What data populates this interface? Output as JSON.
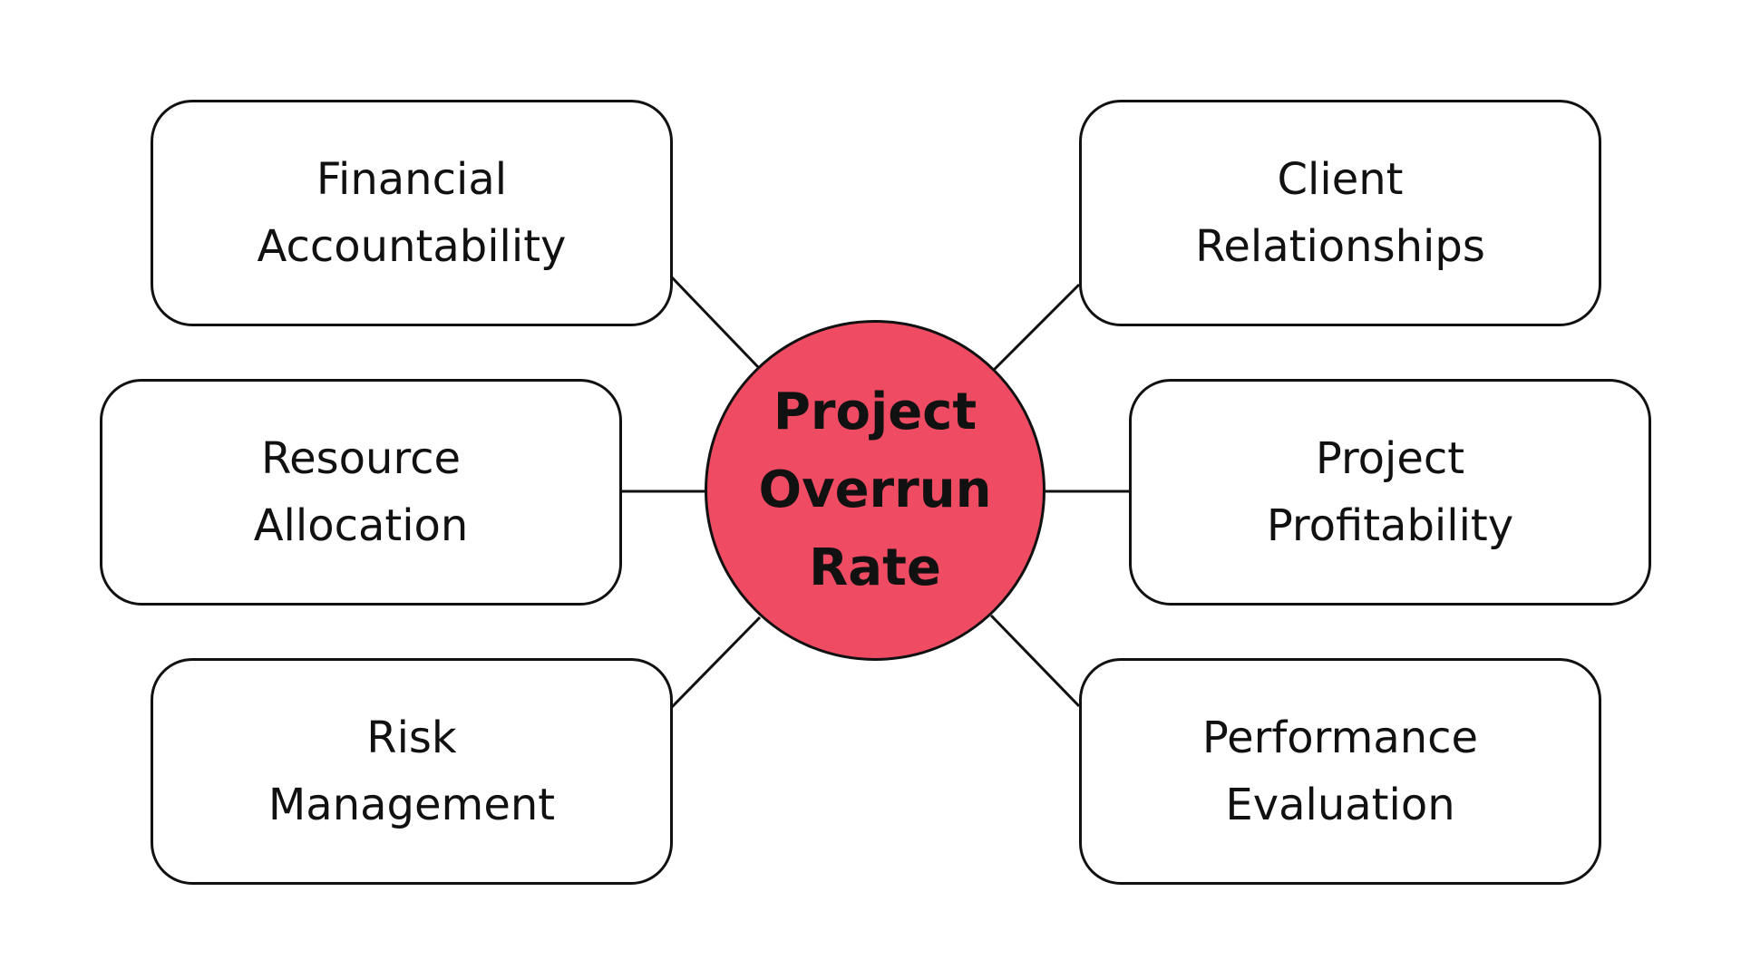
{
  "diagram": {
    "center": {
      "label": "Project\nOverrun\nRate",
      "fill_color": "#ef4b63"
    },
    "nodes": [
      {
        "id": "financial",
        "label": "Financial\nAccountability"
      },
      {
        "id": "client",
        "label": "Client\nRelationships"
      },
      {
        "id": "resource",
        "label": "Resource\nAllocation"
      },
      {
        "id": "profitability",
        "label": "Project\nProfitability"
      },
      {
        "id": "risk",
        "label": "Risk\nManagement"
      },
      {
        "id": "performance",
        "label": "Performance\nEvaluation"
      }
    ],
    "border_color": "#111111"
  }
}
